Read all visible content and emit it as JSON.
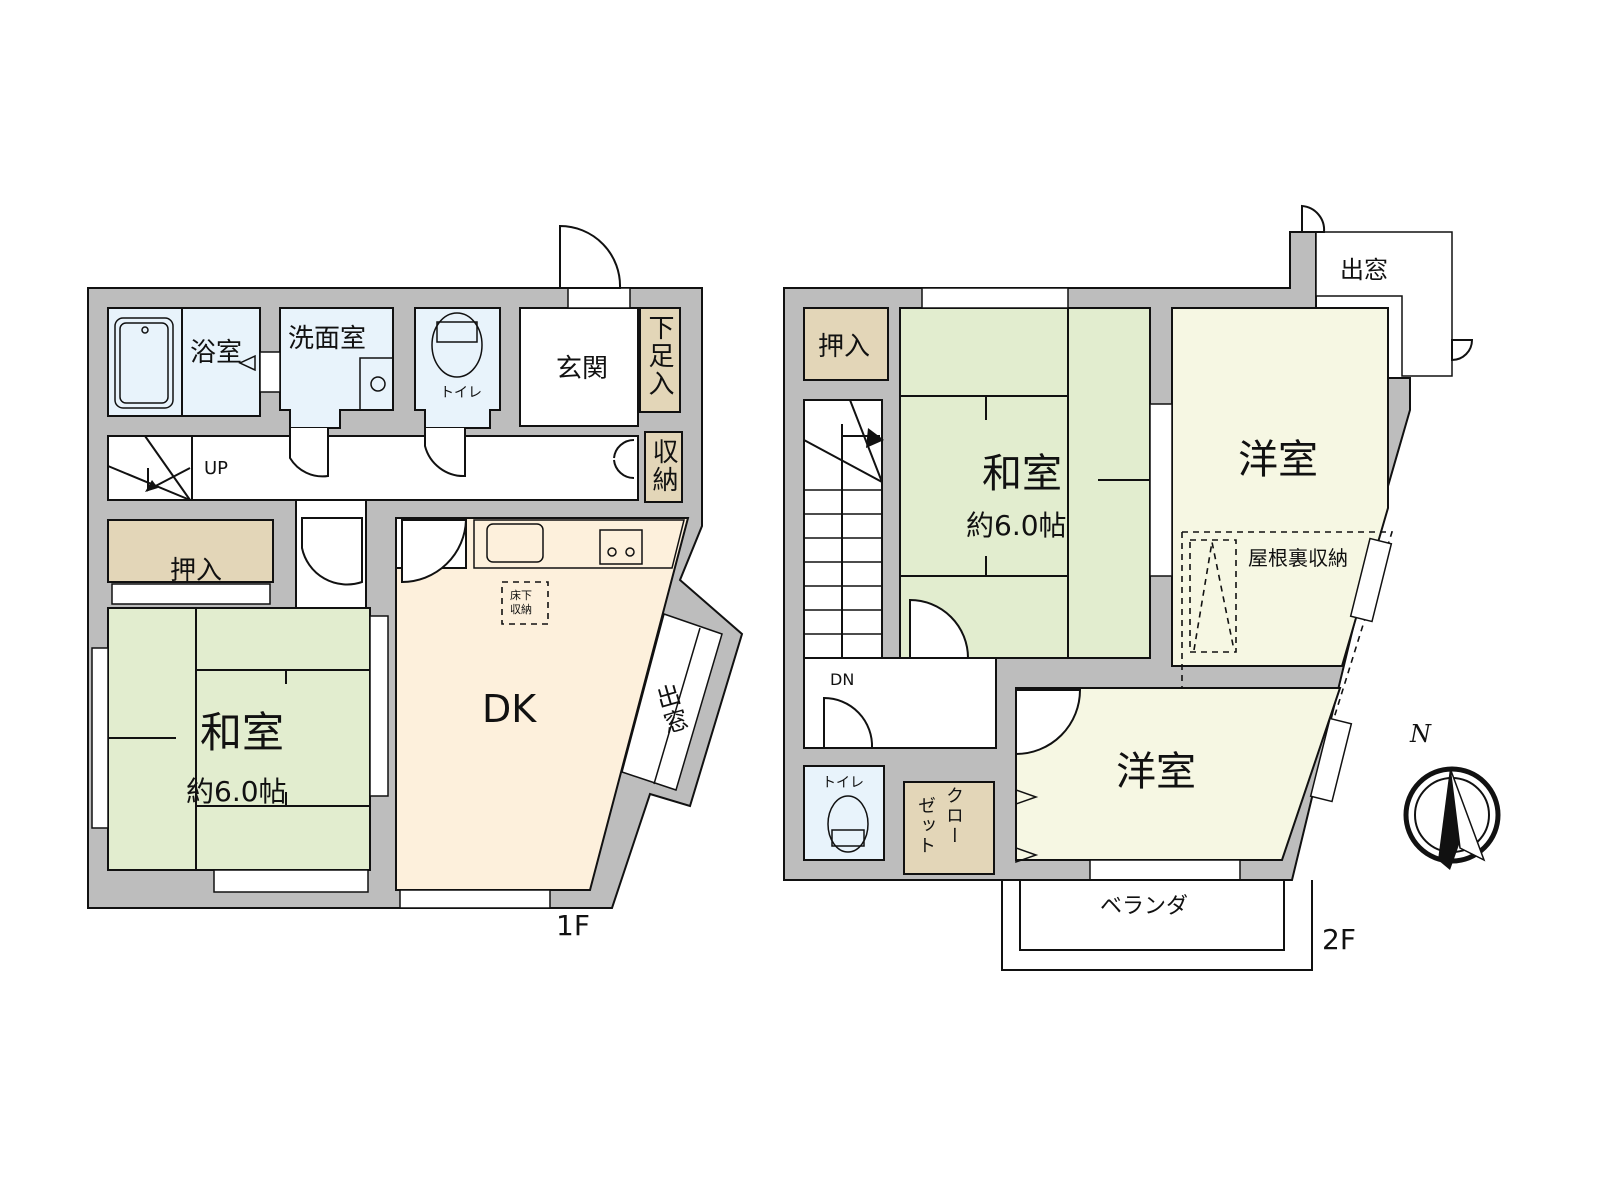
{
  "floor1": {
    "floor_label": "1F",
    "rooms": {
      "bath": "浴室",
      "washroom": "洗面室",
      "toilet": "トイレ",
      "entrance": "玄関",
      "shoe_storage": "下足入",
      "storage": "収納",
      "stairs_up": "UP",
      "closet": "押入",
      "japanese_room": "和室",
      "japanese_room_size": "約6.0帖",
      "dk": "DK",
      "underfloor_storage_line1": "床下",
      "underfloor_storage_line2": "収納",
      "bay_window": "出窓"
    }
  },
  "floor2": {
    "floor_label": "2F",
    "rooms": {
      "closet": "押入",
      "japanese_room": "和室",
      "japanese_room_size": "約6.0帖",
      "western_room_north": "洋室",
      "attic_storage": "屋根裏収納",
      "bay_window": "出窓",
      "stairs_down": "DN",
      "toilet": "トイレ",
      "walk_closet_col1": "ゼット",
      "walk_closet_col2": "クロー",
      "western_room_south": "洋室",
      "veranda": "ベランダ"
    }
  },
  "compass": {
    "north_label": "N"
  },
  "colors": {
    "wall": "#bdbdbd",
    "wet_area": "#e8f3fb",
    "tatami": "#e2edcf",
    "dining_kitchen": "#fdf0dc",
    "western_room": "#f6f7e3",
    "storage": "#e3d6b8"
  }
}
